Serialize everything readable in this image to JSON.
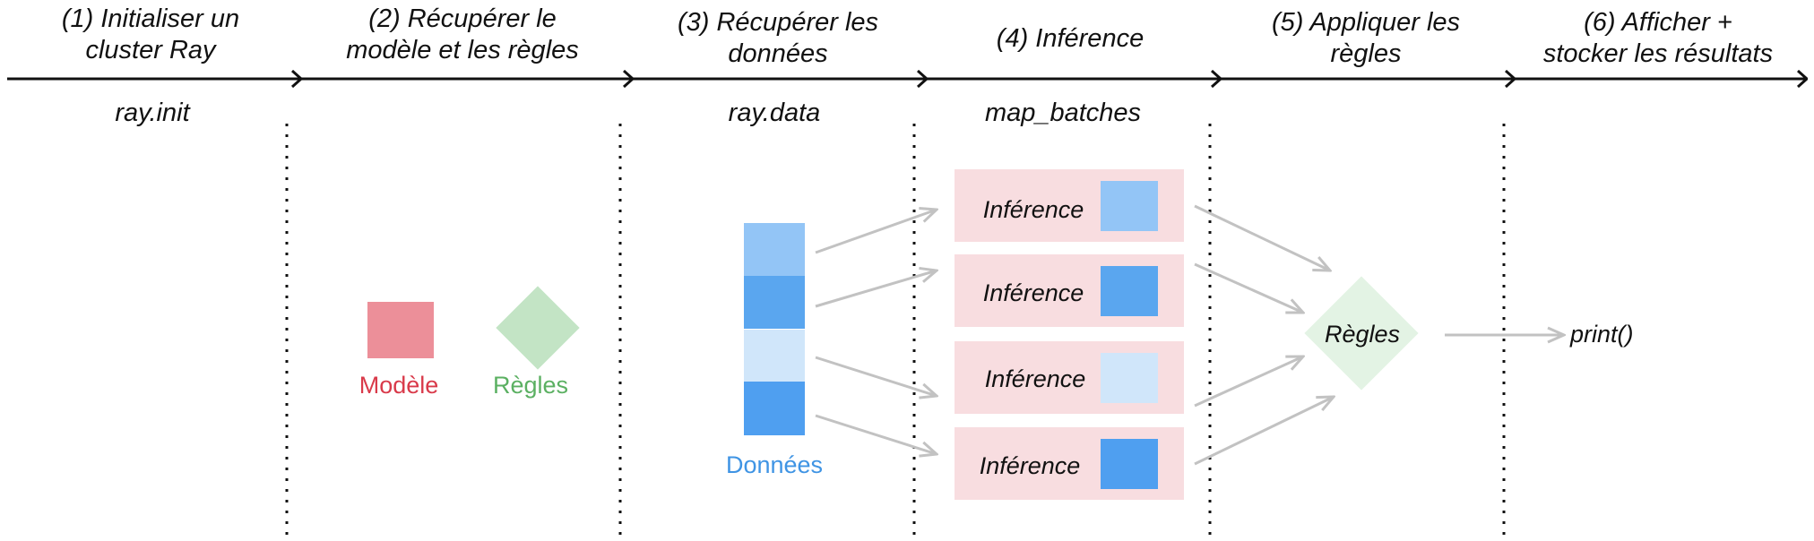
{
  "stages": [
    {
      "title": "(1) Initialiser un\ncluster Ray",
      "api": "ray.init"
    },
    {
      "title": "(2) Récupérer le\nmodèle et les règles",
      "api": ""
    },
    {
      "title": "(3) Récupérer les\ndonnées",
      "api": "ray.data"
    },
    {
      "title": "(4) Inférence",
      "api": "map_batches"
    },
    {
      "title": "(5) Appliquer les\nrègles",
      "api": ""
    },
    {
      "title": "(6) Afficher +\nstocker les résultats",
      "api": ""
    }
  ],
  "stage2": {
    "model_label": "Modèle",
    "rules_label": "Règles"
  },
  "stage3": {
    "data_label": "Données"
  },
  "inference_blocks": [
    {
      "label": "Inférence",
      "chip_color": "#93c5f6"
    },
    {
      "label": "Inférence",
      "chip_color": "#5aa6ef"
    },
    {
      "label": "Inférence",
      "chip_color": "#d0e6fa"
    },
    {
      "label": "Inférence",
      "chip_color": "#4f9ff0"
    }
  ],
  "data_blocks": [
    "#93c5f6",
    "#5aa6ef",
    "#d0e6fa",
    "#4f9ff0"
  ],
  "stage5": {
    "rules_label": "Règles"
  },
  "stage6": {
    "output_label": "print()"
  },
  "colors": {
    "model": "#ec8f99",
    "model_text": "#d93a4a",
    "rules": "#c3e4c5",
    "rules_text": "#5bb062",
    "rules_light": "#e3f3e4",
    "data_text": "#3f94e4",
    "inference_bg": "#f8dde0",
    "arrow": "#c2c2c2",
    "timeline": "#111111"
  }
}
